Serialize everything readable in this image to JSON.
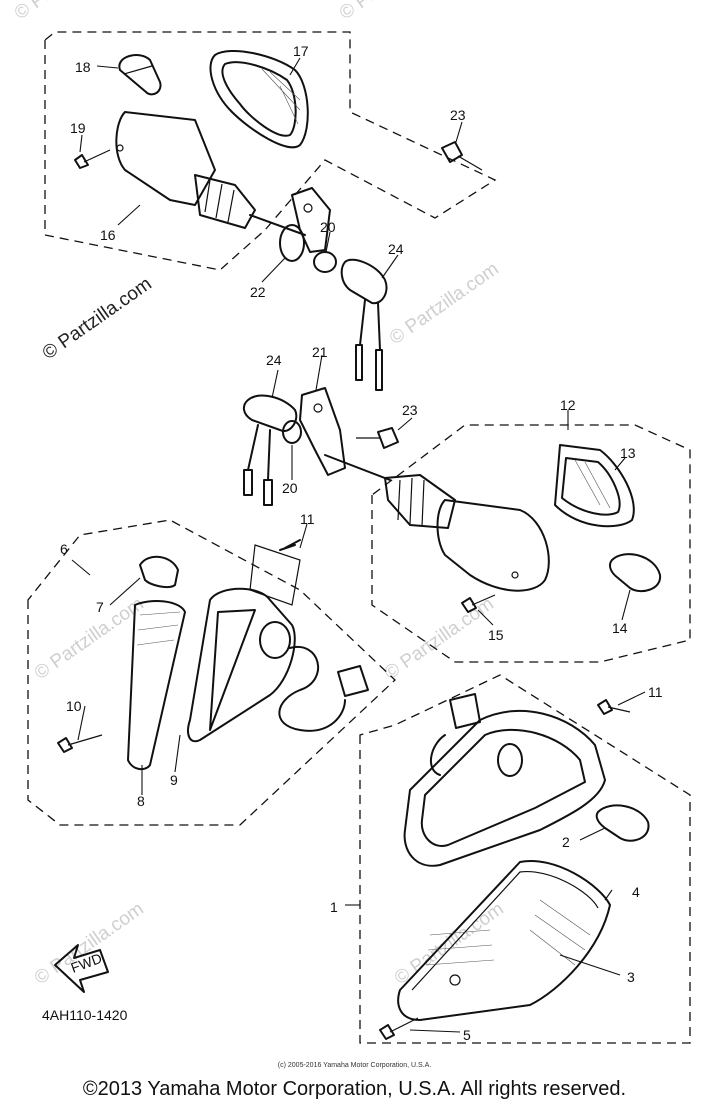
{
  "watermark": {
    "brand": "© Partzilla.com",
    "faint": "© Partzilla.com"
  },
  "diagram_code": "4AH110-1420",
  "fwd_label": "FWD",
  "callouts": {
    "c1": "1",
    "c2": "2",
    "c3": "3",
    "c4": "4",
    "c5": "5",
    "c6": "6",
    "c7": "7",
    "c8": "8",
    "c9": "9",
    "c10": "10",
    "c11a": "11",
    "c11b": "11",
    "c12": "12",
    "c13": "13",
    "c14": "14",
    "c15": "15",
    "c16": "16",
    "c17": "17",
    "c18": "18",
    "c19": "19",
    "c20a": "20",
    "c20b": "20",
    "c21": "21",
    "c22": "22",
    "c23a": "23",
    "c23b": "23",
    "c24a": "24",
    "c24b": "24"
  },
  "footer": {
    "small": "(c) 2005-2016 Yamaha Motor Corporation, U.S.A.",
    "main": "©2013 Yamaha Motor Corporation, U.S.A. All rights reserved."
  }
}
